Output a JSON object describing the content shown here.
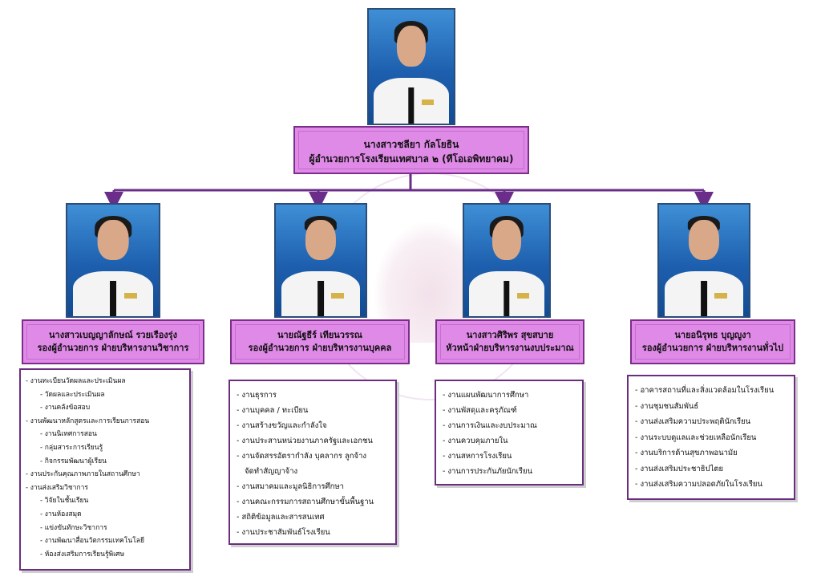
{
  "director": {
    "name": "นางสาวชลียา กัลโยธิน",
    "title": "ผู้อำนวยการโรงเรียนเทศบาล ๒ (ทีโอเอพิทยาคม)"
  },
  "deputies": [
    {
      "name": "นางสาวเบญญาลักษณ์ รวยเรืองรุ่ง",
      "title": "รองผู้อำนวยการ ฝ่ายบริหารงานวิชาการ",
      "duties": [
        {
          "text": "- งานทะเบียนวัดผลและประเมินผล",
          "level": 0
        },
        {
          "text": "- วัดผลและประเมินผล",
          "level": 1
        },
        {
          "text": "- งานคลังข้อสอบ",
          "level": 1
        },
        {
          "text": "- งานพัฒนาหลักสูตรและการเรียนการสอน",
          "level": 0
        },
        {
          "text": "- งานนิเทศการสอน",
          "level": 1
        },
        {
          "text": "- กลุ่มสาระการเรียนรู้",
          "level": 1
        },
        {
          "text": "- กิจกรรมพัฒนาผู้เรียน",
          "level": 1
        },
        {
          "text": "- งานประกันคุณภาพภายในสถานศึกษา",
          "level": 0
        },
        {
          "text": "- งานส่งเสริมวิชาการ",
          "level": 0
        },
        {
          "text": "- วิจัยในชั้นเรียน",
          "level": 1
        },
        {
          "text": "- งานห้องสมุด",
          "level": 1
        },
        {
          "text": "- แข่งขันทักษะวิชาการ",
          "level": 1
        },
        {
          "text": "- งานพัฒนาสื่อนวัตกรรมเทคโนโลยี",
          "level": 1
        },
        {
          "text": "- ห้องส่งเสริมการเรียนรู้พิเศษ",
          "level": 1
        }
      ]
    },
    {
      "name": "นายณัฐธีร์ เทียนวรรณ",
      "title": "รองผู้อำนวยการ ฝ่ายบริหารงานบุคคล",
      "duties": [
        {
          "text": "- งานธุรการ",
          "level": 0
        },
        {
          "text": "- งานบุคคล / ทะเบียน",
          "level": 0
        },
        {
          "text": "- งานสร้างขวัญและกำลังใจ",
          "level": 0
        },
        {
          "text": "- งานประสานหน่วยงานภาครัฐและเอกชน",
          "level": 0
        },
        {
          "text": "- งานจัดสรรอัตรากำลัง บุคลากร ลูกจ้าง",
          "level": 0
        },
        {
          "text": "จัดทำสัญญาจ้าง",
          "level": 2
        },
        {
          "text": "- งานสมาคมและมูลนิธิการศึกษา",
          "level": 0
        },
        {
          "text": "- งานคณะกรรมการสถานศึกษาขั้นพื้นฐาน",
          "level": 0
        },
        {
          "text": "- สถิติข้อมูลและสารสนเทศ",
          "level": 0
        },
        {
          "text": "- งานประชาสัมพันธ์โรงเรียน",
          "level": 0
        }
      ]
    },
    {
      "name": "นางสาวศิริพร สุขสบาย",
      "title": "หัวหน้าฝ่ายบริหารงานงบประมาณ",
      "duties": [
        {
          "text": "- งานแผนพัฒนาการศึกษา",
          "level": 0
        },
        {
          "text": "- งานพัสดุและครุภัณฑ์",
          "level": 0
        },
        {
          "text": "- งานการเงินและงบประมาณ",
          "level": 0
        },
        {
          "text": "- งานควบคุมภายใน",
          "level": 0
        },
        {
          "text": "- งานสหการโรงเรียน",
          "level": 0
        },
        {
          "text": "- งานการประกันภัยนักเรียน",
          "level": 0
        }
      ]
    },
    {
      "name": "นายอนิรุทธ บุญญูงา",
      "title": "รองผู้อำนวยการ ฝ่ายบริหารงานทั่วไป",
      "duties": [
        {
          "text": "- อาคารสถานที่และสิ่งแวดล้อมในโรงเรียน",
          "level": 0
        },
        {
          "text": "- งานชุมชนสัมพันธ์",
          "level": 0
        },
        {
          "text": "- งานส่งเสริมความประพฤตินักเรียน",
          "level": 0
        },
        {
          "text": "- งานระบบดูแลและช่วยเหลือนักเรียน",
          "level": 0
        },
        {
          "text": "- งานบริการด้านสุขภาพอนามัย",
          "level": 0
        },
        {
          "text": "- งานส่งเสริมประชาธิปไตย",
          "level": 0
        },
        {
          "text": "- งานส่งเสริมความปลอดภัยในโรงเรียน",
          "level": 0
        }
      ]
    }
  ],
  "colors": {
    "name_box_fill": "#e08ae8",
    "name_box_border": "#7b2f8a",
    "connector": "#6b2d8a",
    "photo_background": "#1d5fae"
  }
}
